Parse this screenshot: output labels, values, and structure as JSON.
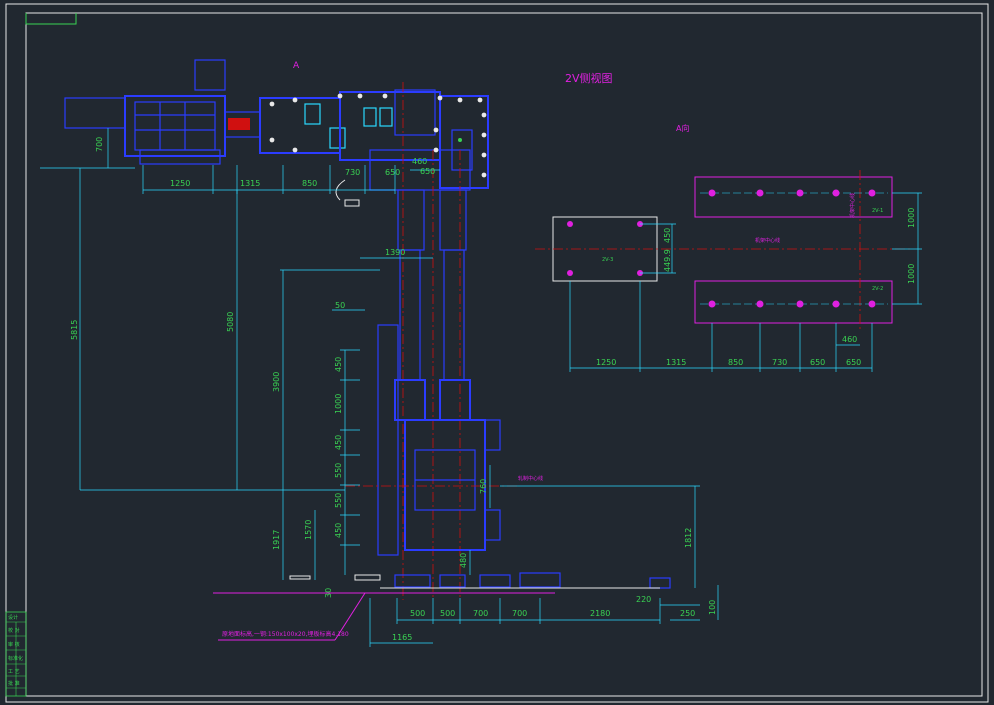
{
  "title": "2V侧视图",
  "view_label_a": "A",
  "view_label_a_dir": "A向",
  "labels": {
    "center_line_top": "机架中心线",
    "center_line_top_vert": "机架中心线",
    "center_line_main": "轧制中心线",
    "ground_note": "原地面标高,一钢:150x100x20,埋板标高4.180",
    "plate_2v3": "2V-3",
    "plate_2v1": "2V-1",
    "plate_2v2": "2V-2"
  },
  "dims": {
    "top": {
      "d700": "700",
      "d1250": "1250",
      "d1315": "1315",
      "d850": "850",
      "d730": "730",
      "d650": "650",
      "d650b": "650",
      "d460": "460"
    },
    "left": {
      "d5815": "5815",
      "d5080": "5080",
      "d3900": "3900",
      "d1917": "1917",
      "d1570": "1570"
    },
    "stack": {
      "d50": "50",
      "d450a": "450",
      "d1000": "1000",
      "d450b": "450",
      "d550a": "550",
      "d550b": "550",
      "d450c": "450",
      "d30": "30"
    },
    "center": {
      "d1390": "1390",
      "d760": "760",
      "d480": "480",
      "d1812": "1812"
    },
    "bottom": {
      "d500a": "500",
      "d500b": "500",
      "d700a": "700",
      "d700b": "700",
      "d2180": "2180",
      "d220": "220",
      "d250": "250",
      "d100": "100",
      "d1165": "1165"
    },
    "right": {
      "d450": "450",
      "d449": "449.9",
      "d1000a": "1000",
      "d1000b": "1000",
      "d460": "460",
      "d1250": "1250",
      "d1315": "1315",
      "d850": "850",
      "d730": "730",
      "d650a": "650",
      "d650b": "650"
    }
  },
  "title_block": {
    "row1": "设计",
    "row2": "校 对",
    "row3": "审 核",
    "row4": "标准化",
    "row5": "工 艺",
    "row6": "批 准"
  }
}
